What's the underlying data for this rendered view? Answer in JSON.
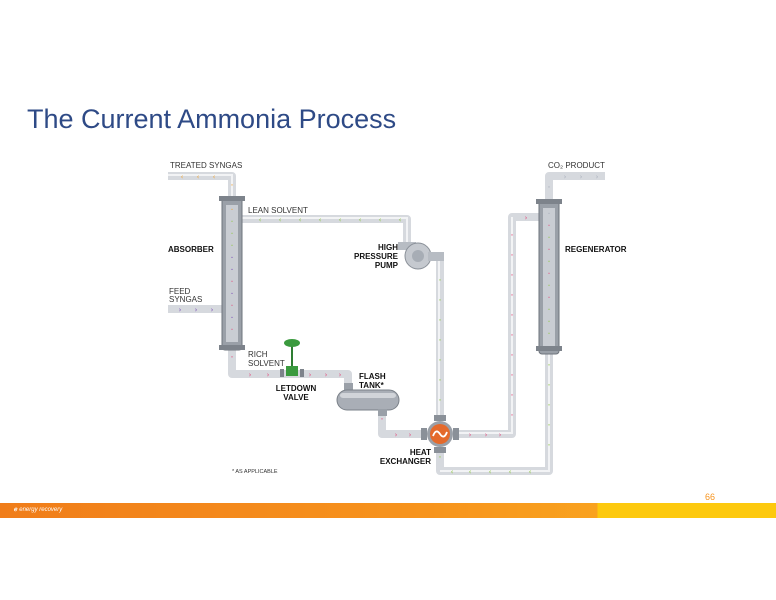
{
  "slide": {
    "title": "The Current Ammonia Process",
    "page_number": "66",
    "logo_text": "energy recovery"
  },
  "diagram": {
    "labels": {
      "treated_syngas": "TREATED SYNGAS",
      "co2_product": "CO₂ PRODUCT",
      "lean_solvent": "LEAN SOLVENT",
      "absorber": "ABSORBER",
      "regenerator": "REGENERATOR",
      "high_pressure_pump": [
        "HIGH",
        "PRESSURE",
        "PUMP"
      ],
      "feed_syngas": [
        "FEED",
        "SYNGAS"
      ],
      "rich_solvent": [
        "RICH",
        "SOLVENT"
      ],
      "letdown_valve": [
        "LETDOWN",
        "VALVE"
      ],
      "flash_tank": [
        "FLASH",
        "TANK*"
      ],
      "heat_exchanger": [
        "HEAT",
        "EXCHANGER"
      ],
      "footnote": "* AS APPLICABLE"
    },
    "colors": {
      "title": "#2e4a86",
      "pipe": "#d6d9de",
      "rich_arrow": "#e34b7a",
      "lean_arrow": "#8cc63f",
      "gas_arrow": "#f0a63a",
      "feed_arrow": "#7b4fb5",
      "co2_arrow": "#aab0bc",
      "footer_orange": "#f7941d",
      "footer_yellow": "#fdc90e"
    }
  }
}
